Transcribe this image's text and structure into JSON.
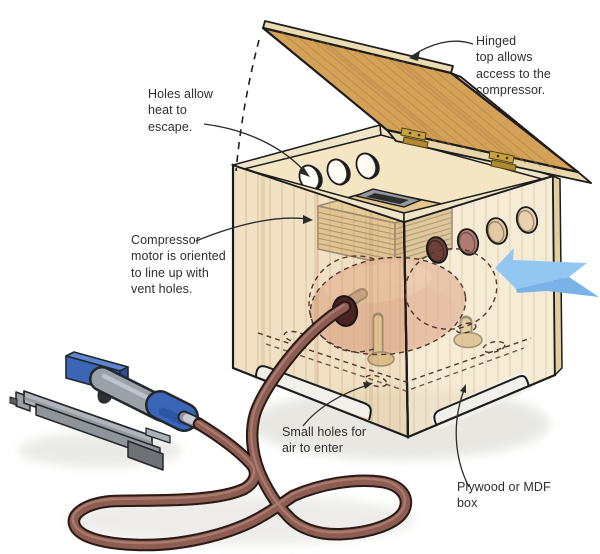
{
  "labels": {
    "hinged_top": "Hinged\ntop allows\naccess to the\ncompressor.",
    "holes_heat": "Holes allow\nheat to\nescape.",
    "compressor_motor": "Compressor\nmotor is oriented\nto line up with\nvent holes.",
    "small_holes": "Small holes for\nair to enter",
    "plywood_box": "Plywood or MDF\nbox"
  },
  "icons": {
    "airflow_arrow": "airflow-arrow-icon",
    "hinge": "hinge-icon",
    "vent_hole": "vent-hole-icon"
  },
  "colors": {
    "wood_panel": "#e9cfa0",
    "wood_panel_right": "#f0e0ba",
    "wood_interior": "#f4e6c2",
    "wood_rim": "#f0e5c6",
    "wood_lid": "#d4a159",
    "wood_edge": "#ecdcb2",
    "tank_pink": "#dd9b93",
    "hose_brown": "#8d5c52",
    "gun_blue": "#3b66b8",
    "metal_grey": "#9ba1a9",
    "airflow_arrow_blue": "#8ec5f0",
    "hinge_brass": "#c9a342",
    "outline": "#1c1c1c",
    "text": "#2e2e2e"
  }
}
